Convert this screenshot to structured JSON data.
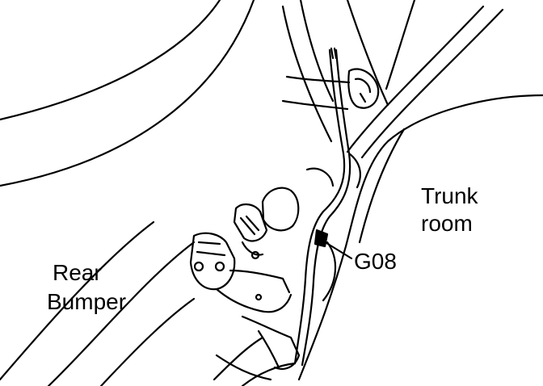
{
  "labels": {
    "trunk_line1": "Trunk",
    "trunk_line2": "room",
    "ground": "G08",
    "bumper_line1": "Rear",
    "bumper_line2": "Bumper"
  },
  "colors": {
    "ink": "#000000",
    "paper": "#ffffff"
  }
}
